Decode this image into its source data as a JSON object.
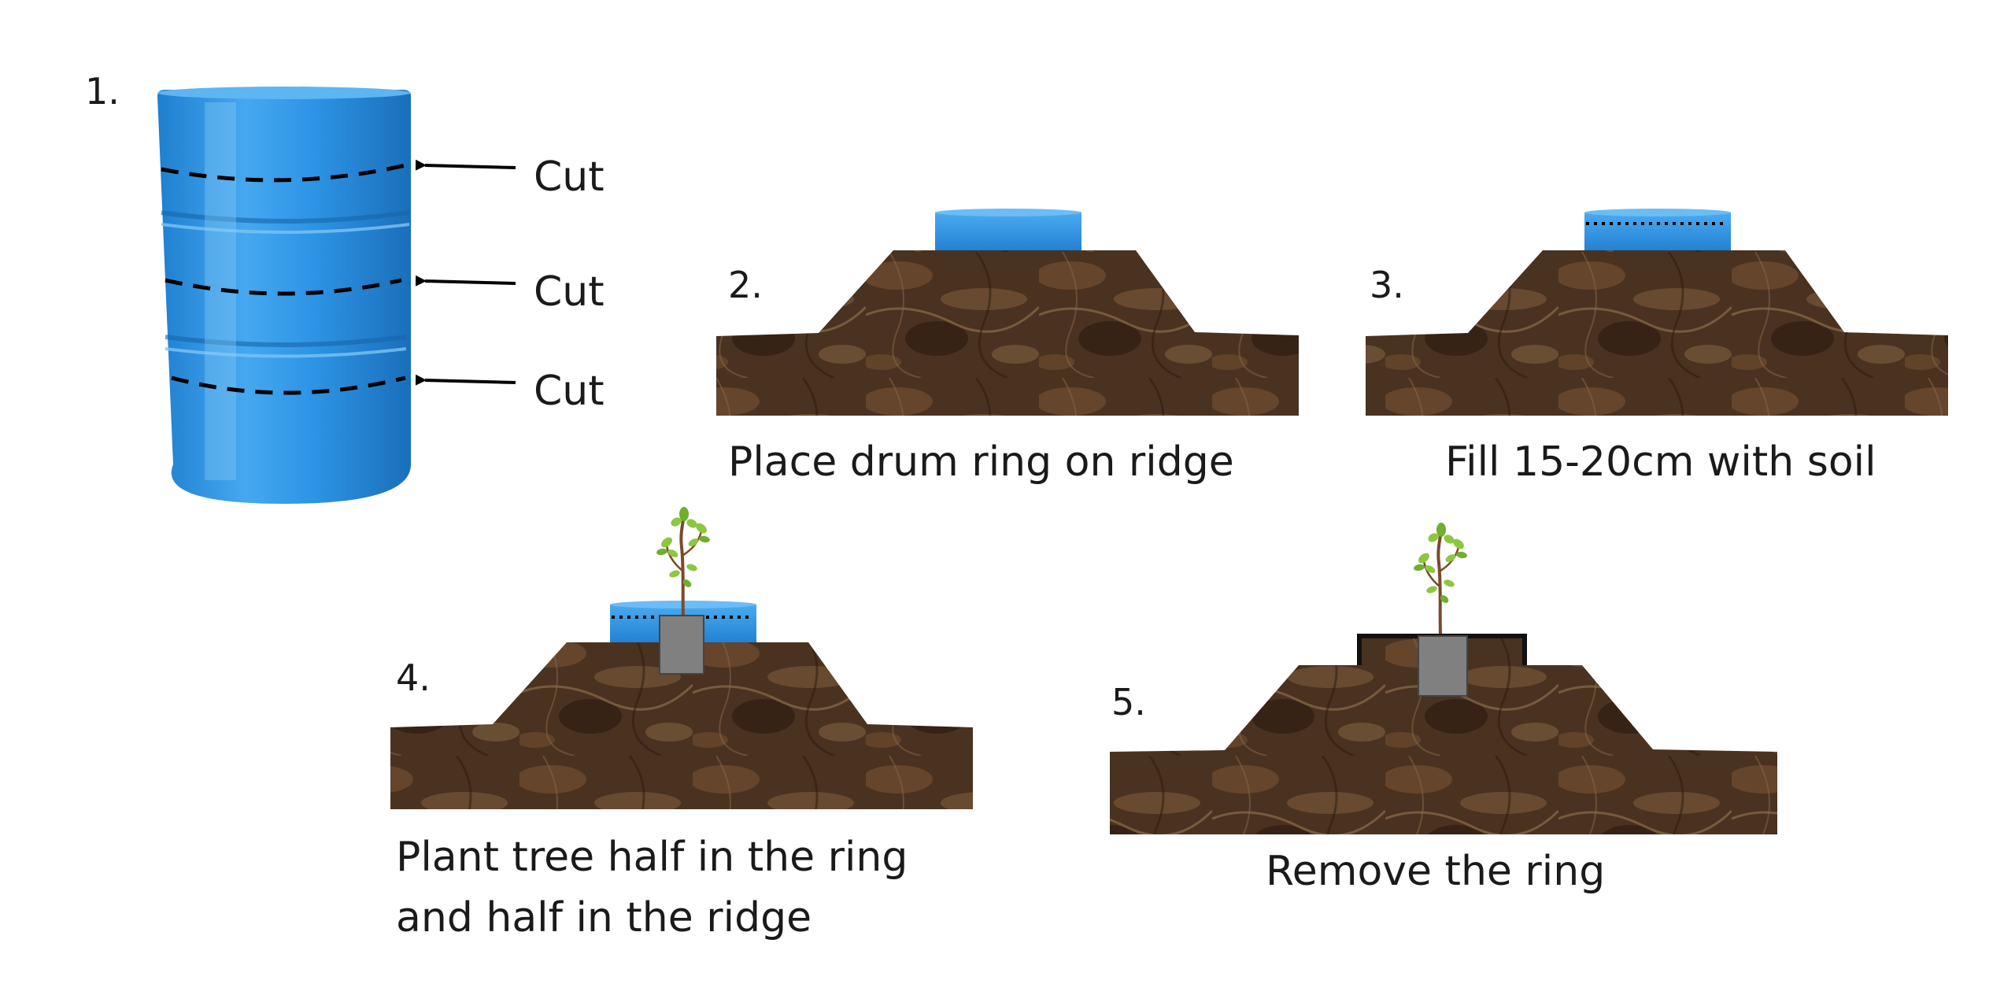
{
  "steps": {
    "s1": {
      "number": "1.",
      "cut_labels": [
        "Cut",
        "Cut",
        "Cut"
      ]
    },
    "s2": {
      "number": "2.",
      "caption": "Place drum ring on ridge"
    },
    "s3": {
      "number": "3.",
      "caption": "Fill 15-20cm with soil"
    },
    "s4": {
      "number": "4.",
      "caption_line1": "Plant tree half in the ring",
      "caption_line2": "and half in the ridge"
    },
    "s5": {
      "number": "5.",
      "caption": "Remove the ring"
    }
  },
  "colors": {
    "drum_blue": "#2e95e6",
    "soil_brown": "#4a3220",
    "pot_gray": "#808080",
    "leaf_green": "#8dc63f"
  },
  "icons": [
    "oil-drum-icon",
    "arrow-left-icon",
    "soil-ridge-icon",
    "seedling-icon",
    "plant-pot-icon"
  ]
}
